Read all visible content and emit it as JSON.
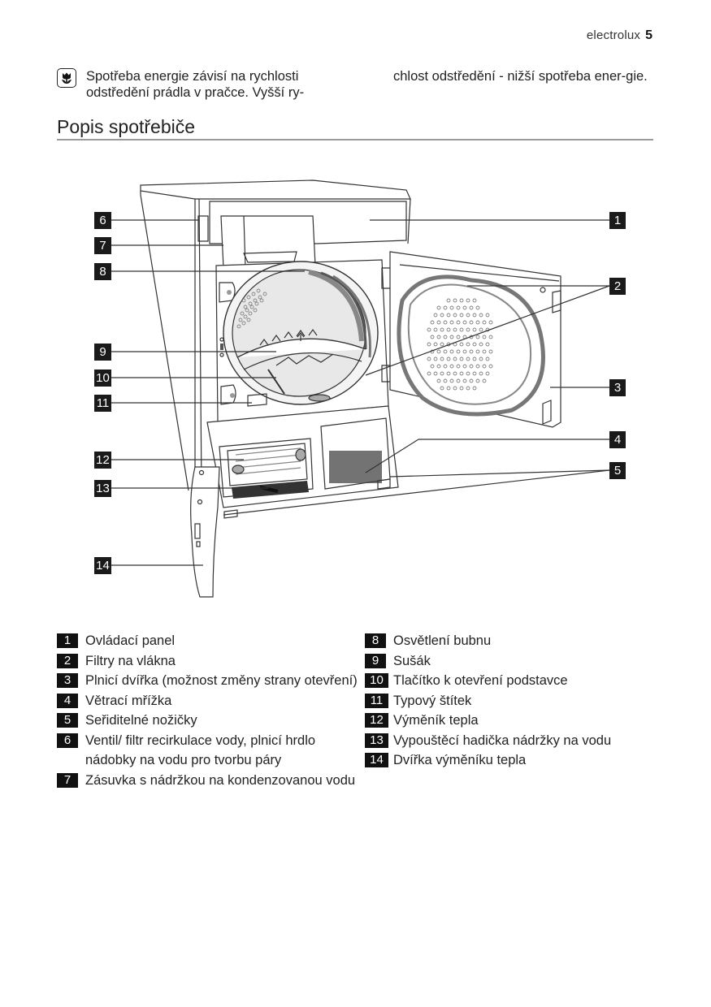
{
  "header": {
    "brand": "electrolux",
    "page_number": "5"
  },
  "note": {
    "icon": "eco-leaf-icon",
    "col1": "Spotřeba energie závisí na rychlosti odstředění prádla v pračce. Vyšší ry-",
    "col2": "chlost odstředění - nižší spotřeba ener-gie."
  },
  "section": {
    "title": "Popis spotřebiče"
  },
  "diagram": {
    "description": "Line drawing of condenser tumble dryer with opened loading door and opened heat exchanger door",
    "callouts": [
      "1",
      "2",
      "3",
      "4",
      "5",
      "6",
      "7",
      "8",
      "9",
      "10",
      "11",
      "12",
      "13",
      "14"
    ]
  },
  "legend": {
    "left": [
      {
        "num": "1",
        "text": "Ovládací panel"
      },
      {
        "num": "2",
        "text": "Filtry na vlákna"
      },
      {
        "num": "3",
        "text": "Plnicí dvířka (možnost změny strany otevření)"
      },
      {
        "num": "4",
        "text": "Větrací mřížka"
      },
      {
        "num": "5",
        "text": "Seřiditelné nožičky"
      },
      {
        "num": "6",
        "text": "Ventil/ filtr recirkulace vody, plnicí hrdlo nádobky na vodu pro tvorbu páry"
      },
      {
        "num": "7",
        "text": "Zásuvka s nádržkou na kondenzovanou vodu"
      }
    ],
    "right": [
      {
        "num": "8",
        "text": "Osvětlení bubnu"
      },
      {
        "num": "9",
        "text": "Sušák"
      },
      {
        "num": "10",
        "text": "Tlačítko k otevření podstavce"
      },
      {
        "num": "11",
        "text": "Typový štítek"
      },
      {
        "num": "12",
        "text": "Výměník tepla"
      },
      {
        "num": "13",
        "text": "Vypouštěcí hadička nádržky na vodu"
      },
      {
        "num": "14",
        "text": "Dvířka výměníku tepla"
      }
    ]
  }
}
